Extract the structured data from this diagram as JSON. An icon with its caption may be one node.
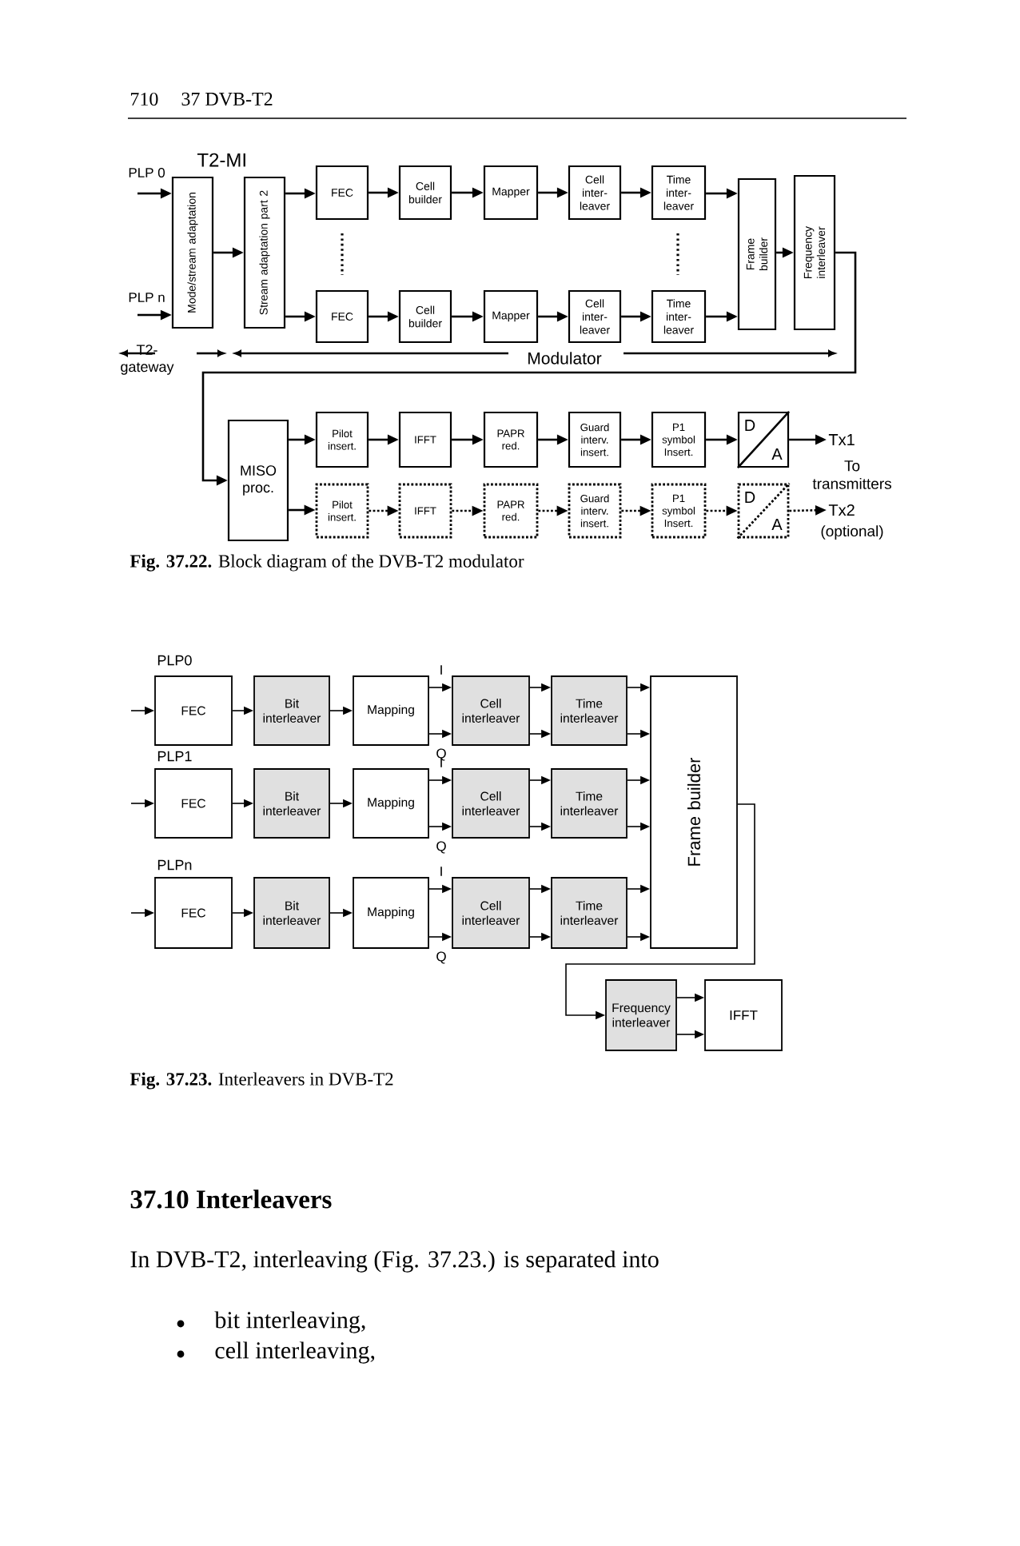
{
  "diagram": {
    "nodes": [
      {
        "text": [
          "Mode/stream adaptation"
        ]
      },
      {
        "text": [
          "Stream adaptation part 2"
        ]
      },
      {
        "text": [
          "FEC"
        ]
      },
      {
        "text": [
          "Cell builder"
        ]
      },
      {
        "text": [
          "Mapper"
        ]
      },
      {
        "text": [
          "Cell inter- leaver"
        ]
      },
      {
        "text": [
          "Time inter- leaver"
        ]
      },
      {
        "text": [
          "FEC"
        ]
      },
      {
        "text": [
          "Cell builder"
        ]
      },
      {
        "text": [
          "Mapper"
        ]
      },
      {
        "text": [
          "Cell inter- leaver"
        ]
      },
      {
        "text": [
          "Time inter- leaver"
        ]
      },
      {
        "text": [
          "Frame builder"
        ]
      },
      {
        "text": [
          "Frequency interleaver"
        ]
      },
      {
        "text": [
          "MISO proc."
        ]
      },
      {
        "text": [
          "Pilot insert."
        ]
      },
      {
        "text": [
          "IFFT"
        ]
      },
      {
        "text": [
          "PAPR red."
        ]
      },
      {
        "text": [
          "Guard interv. insert."
        ]
      },
      {
        "text": [
          "P1 symbol Insert."
        ]
      },
      {
        "text": [
          "D",
          "A"
        ]
      },
      {
        "text": [
          "Tx1"
        ]
      },
      {
        "text": [
          "Pilot insert."
        ]
      },
      {
        "text": [
          "IFFT"
        ]
      },
      {
        "text": [
          "PAPR red."
        ]
      },
      {
        "text": [
          "Guard interv. insert."
        ]
      },
      {
        "text": [
          "P1 symbol Insert."
        ]
      },
      {
        "text": [
          "D",
          "A"
        ]
      },
      {
        "text": [
          "Tx2"
        ],
        "beside": [
          "(optional)"
        ]
      },
      {
        "text": [
          "FEC"
        ]
      },
      {
        "text": [
          "Bit interleaver"
        ]
      },
      {
        "text": [
          "Mapping"
        ]
      },
      {
        "text": [
          "Cell interleaver"
        ]
      },
      {
        "text": [
          "Time interleaver"
        ]
      },
      {
        "text": [
          "FEC"
        ]
      },
      {
        "text": [
          "Bit interleaver"
        ]
      },
      {
        "text": [
          "Mapping"
        ]
      },
      {
        "text": [
          "Cell interleaver"
        ]
      },
      {
        "text": [
          "Time interleaver"
        ]
      },
      {
        "text": [
          "FEC"
        ]
      },
      {
        "text": [
          "Bit interleaver"
        ]
      },
      {
        "text": [
          "Mapping"
        ]
      },
      {
        "text": [
          "Cell interleaver"
        ]
      },
      {
        "text": [
          "Time interleaver"
        ]
      },
      {
        "text": [
          "Frame builder"
        ]
      },
      {
        "text": [
          "Frequency interleaver"
        ]
      },
      {
        "text": [
          "IFFT"
        ]
      }
    ],
    "edges": [
      {
        "from": null,
        "to": 0,
        "arrow": "to"
      },
      {
        "from": null,
        "to": 0,
        "arrow": "to"
      },
      {
        "from": 0,
        "to": 1,
        "arrow": "to"
      },
      {
        "from": 1,
        "to": 2,
        "arrow": "to"
      },
      {
        "from": 1,
        "to": 7,
        "arrow": "to"
      },
      {
        "from": 2,
        "to": 3,
        "arrow": "to"
      },
      {
        "from": 3,
        "to": 4,
        "arrow": "to"
      },
      {
        "from": 4,
        "to": 5,
        "arrow": "to"
      },
      {
        "from": 5,
        "to": 6,
        "arrow": "to"
      },
      {
        "from": 6,
        "to": 12,
        "arrow": "to"
      },
      {
        "from": 7,
        "to": 8,
        "arrow": "to"
      },
      {
        "from": 8,
        "to": 9,
        "arrow": "to"
      },
      {
        "from": 9,
        "to": 10,
        "arrow": "to"
      },
      {
        "from": 10,
        "to": 11,
        "arrow": "to"
      },
      {
        "from": 11,
        "to": 12,
        "arrow": "to"
      },
      {
        "from": 12,
        "to": 13,
        "arrow": "to"
      },
      {
        "from": 13,
        "to": 14,
        "arrow": "to"
      },
      {
        "from": 14,
        "to": 15,
        "arrow": "to"
      },
      {
        "from": 14,
        "to": 22,
        "arrow": "to"
      },
      {
        "from": 15,
        "to": 16,
        "arrow": "to"
      },
      {
        "from": 16,
        "to": 17,
        "arrow": "to"
      },
      {
        "from": 17,
        "to": 18,
        "arrow": "to"
      },
      {
        "from": 18,
        "to": 19,
        "arrow": "to"
      },
      {
        "from": 19,
        "to": 20,
        "arrow": "to"
      },
      {
        "from": 20,
        "to": 21,
        "arrow": "to"
      },
      {
        "from": 22,
        "to": 23,
        "arrow": "to",
        "style": "dashed"
      },
      {
        "from": 23,
        "to": 24,
        "arrow": "to",
        "style": "dashed"
      },
      {
        "from": 24,
        "to": 25,
        "arrow": "to",
        "style": "dashed"
      },
      {
        "from": 25,
        "to": 26,
        "arrow": "to",
        "style": "dashed"
      },
      {
        "from": 26,
        "to": 27,
        "arrow": "to",
        "style": "dashed"
      },
      {
        "from": 27,
        "to": 28,
        "arrow": "to",
        "style": "dashed"
      },
      {
        "from": null,
        "to": 29,
        "arrow": "to"
      },
      {
        "from": 29,
        "to": 30,
        "arrow": "to"
      },
      {
        "from": 30,
        "to": 31,
        "arrow": "to"
      },
      {
        "from": 31,
        "to": 32,
        "arrow": "to"
      },
      {
        "from": 31,
        "to": 32,
        "arrow": "to"
      },
      {
        "from": 32,
        "to": 33,
        "arrow": "to"
      },
      {
        "from": 32,
        "to": 33,
        "arrow": "to"
      },
      {
        "from": 33,
        "to": 44,
        "arrow": "to"
      },
      {
        "from": 33,
        "to": 44,
        "arrow": "to"
      },
      {
        "from": null,
        "to": 34,
        "arrow": "to"
      },
      {
        "from": 34,
        "to": 35,
        "arrow": "to"
      },
      {
        "from": 35,
        "to": 36,
        "arrow": "to"
      },
      {
        "from": 36,
        "to": 37,
        "arrow": "to"
      },
      {
        "from": 36,
        "to": 37,
        "arrow": "to"
      },
      {
        "from": 37,
        "to": 38,
        "arrow": "to"
      },
      {
        "from": 37,
        "to": 38,
        "arrow": "to"
      },
      {
        "from": 38,
        "to": 44,
        "arrow": "to"
      },
      {
        "from": 38,
        "to": 44,
        "arrow": "to"
      },
      {
        "from": null,
        "to": 39,
        "arrow": "to"
      },
      {
        "from": 39,
        "to": 40,
        "arrow": "to"
      },
      {
        "from": 40,
        "to": 41,
        "arrow": "to"
      },
      {
        "from": 41,
        "to": 42,
        "arrow": "to"
      },
      {
        "from": 41,
        "to": 42,
        "arrow": "to"
      },
      {
        "from": 42,
        "to": 43,
        "arrow": "to"
      },
      {
        "from": 42,
        "to": 43,
        "arrow": "to"
      },
      {
        "from": 43,
        "to": 44,
        "arrow": "to"
      },
      {
        "from": 43,
        "to": 44,
        "arrow": "to"
      },
      {
        "from": 44,
        "to": 45,
        "arrow": "to"
      },
      {
        "from": 45,
        "to": 46,
        "arrow": "to"
      },
      {
        "from": 45,
        "to": 46,
        "arrow": "to"
      }
    ],
    "labels": [
      "710",
      "37 DVB-T2",
      "T2-MI",
      "PLP 0",
      "PLP n",
      "T2- gateway",
      "Modulator",
      "To transmitters",
      "**Fig. 37.22.** Block diagram of the DVB-T2 modulator",
      "PLP0",
      "I",
      "Q",
      "PLP1",
      "I",
      "Q",
      "PLPn",
      "I",
      "Q",
      "**Fig. 37.23.** Interleavers in DVB-T2",
      "37.10 Interleavers",
      "In DVB-T2, interleaving (Fig. 37.23.) is separated into",
      "bit interleaving,",
      "cell interleaving,"
    ]
  }
}
